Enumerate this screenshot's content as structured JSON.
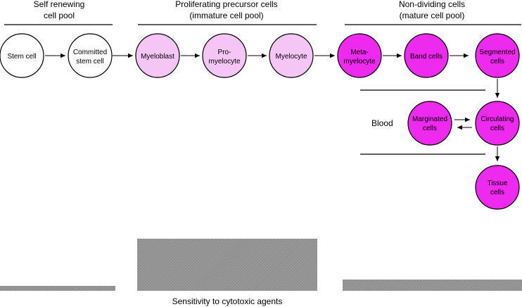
{
  "headers": {
    "self_renewing": [
      "Self renewing",
      "cell pool"
    ],
    "proliferating": [
      "Proliferating precursor cells",
      "(immature cell pool)"
    ],
    "non_dividing": [
      "Non-dividing cells",
      "(mature cell pool)"
    ]
  },
  "cells": {
    "stem": [
      "Stem cell"
    ],
    "committed": [
      "Committed",
      "stem cell"
    ],
    "myeloblast": [
      "Myeloblast"
    ],
    "promyelocyte": [
      "Pro-",
      "myelocyte"
    ],
    "myelocyte": [
      "Myelocyte"
    ],
    "metamyelocyte": [
      "Meta-",
      "myelocyte"
    ],
    "band": [
      "Band cells"
    ],
    "segmented": [
      "Segmented",
      "cells"
    ],
    "marginated": [
      "Marginated",
      "cells"
    ],
    "circulating": [
      "Circulating",
      "cells"
    ],
    "tissue": [
      "Tissue",
      "cells"
    ]
  },
  "blood_label": "Blood",
  "sensitivity_caption": "Sensitivity to cytotoxic agents",
  "colors": {
    "white_fill": "#ffffff",
    "light_pink": "#f5c6f5",
    "magenta": "#ee2aee",
    "bar_gray": "#8c8c8c"
  }
}
